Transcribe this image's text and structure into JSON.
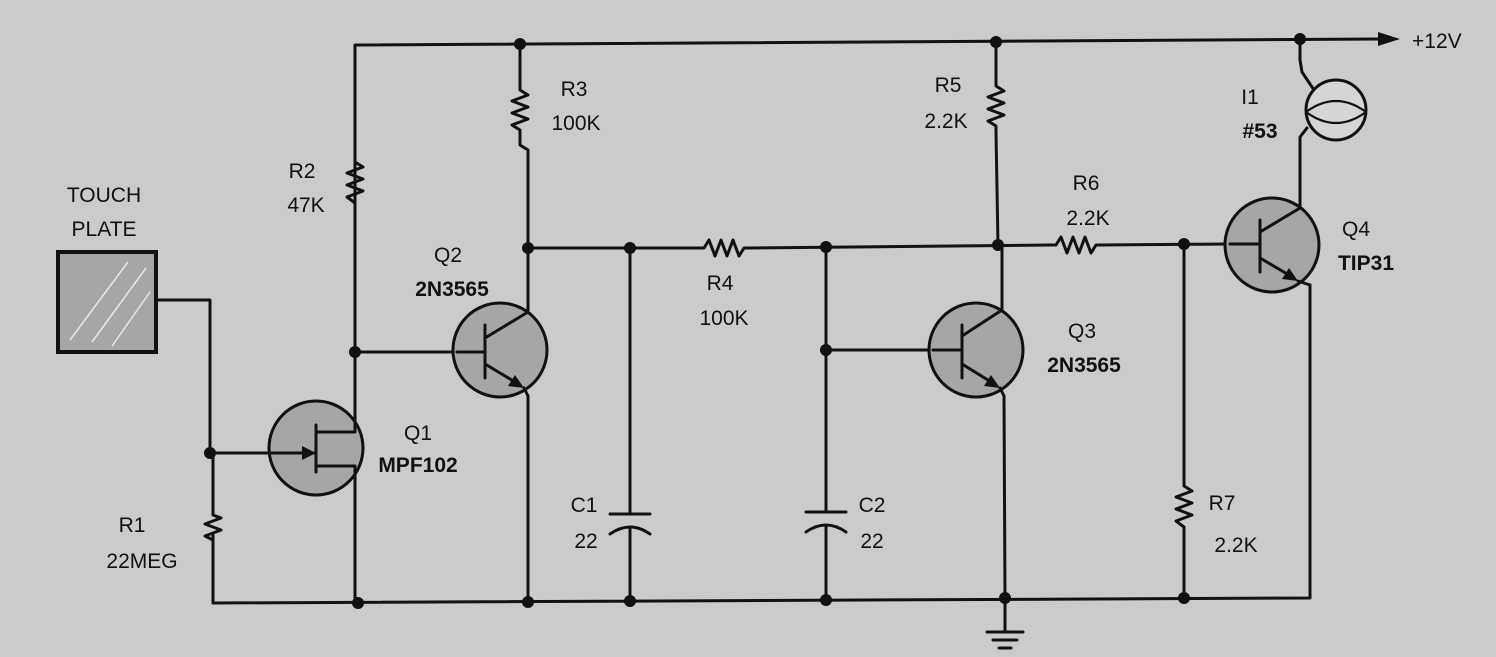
{
  "supply": "+12V",
  "touch_plate": {
    "line1": "TOUCH",
    "line2": "PLATE"
  },
  "components": {
    "r1": {
      "ref": "R1",
      "value": "22MEG"
    },
    "r2": {
      "ref": "R2",
      "value": "47K"
    },
    "r3": {
      "ref": "R3",
      "value": "100K"
    },
    "r4": {
      "ref": "R4",
      "value": "100K"
    },
    "r5": {
      "ref": "R5",
      "value": "2.2K"
    },
    "r6": {
      "ref": "R6",
      "value": "2.2K"
    },
    "r7": {
      "ref": "R7",
      "value": "2.2K"
    },
    "c1": {
      "ref": "C1",
      "value": "22"
    },
    "c2": {
      "ref": "C2",
      "value": "22"
    },
    "q1": {
      "ref": "Q1",
      "part": "MPF102"
    },
    "q2": {
      "ref": "Q2",
      "part": "2N3565"
    },
    "q3": {
      "ref": "Q3",
      "part": "2N3565"
    },
    "q4": {
      "ref": "Q4",
      "part": "TIP31"
    },
    "i1": {
      "ref": "I1",
      "part": "#53"
    }
  }
}
